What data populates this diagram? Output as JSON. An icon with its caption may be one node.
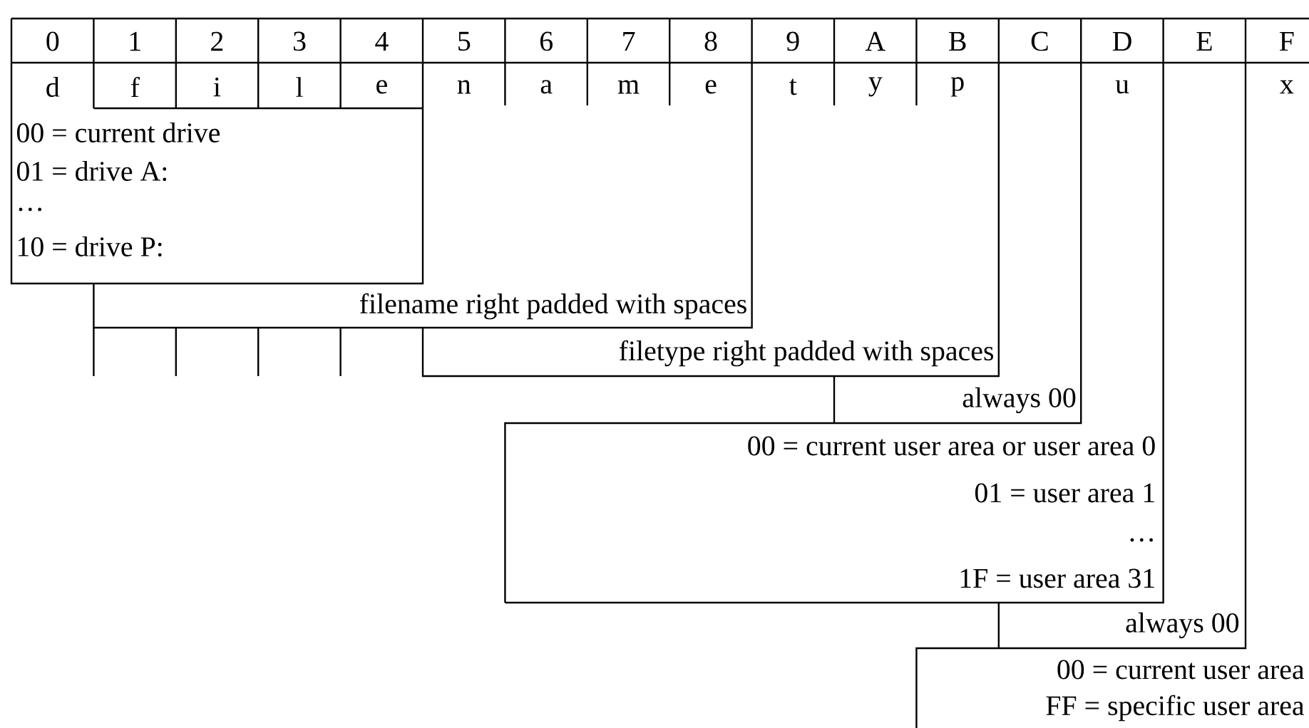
{
  "diagram": {
    "labels": [
      "0",
      "1",
      "2",
      "3",
      "4",
      "5",
      "6",
      "7",
      "8",
      "9",
      "A",
      "B",
      "C",
      "D",
      "E",
      "F",
      "d",
      "f",
      "i",
      "l",
      "e",
      "n",
      "a",
      "m",
      "e",
      "t",
      "y",
      "p",
      "u",
      "x",
      "00 = current drive",
      "01 = drive A:",
      "…",
      "10 = drive P:",
      "filename right padded with spaces",
      "filetype right padded with spaces",
      "always 00",
      "00 = current user area or user area 0",
      "01 = user area 1",
      "…",
      "1F = user area 31",
      "always 00",
      "00 = current user area",
      "FF = specific user area"
    ]
  }
}
